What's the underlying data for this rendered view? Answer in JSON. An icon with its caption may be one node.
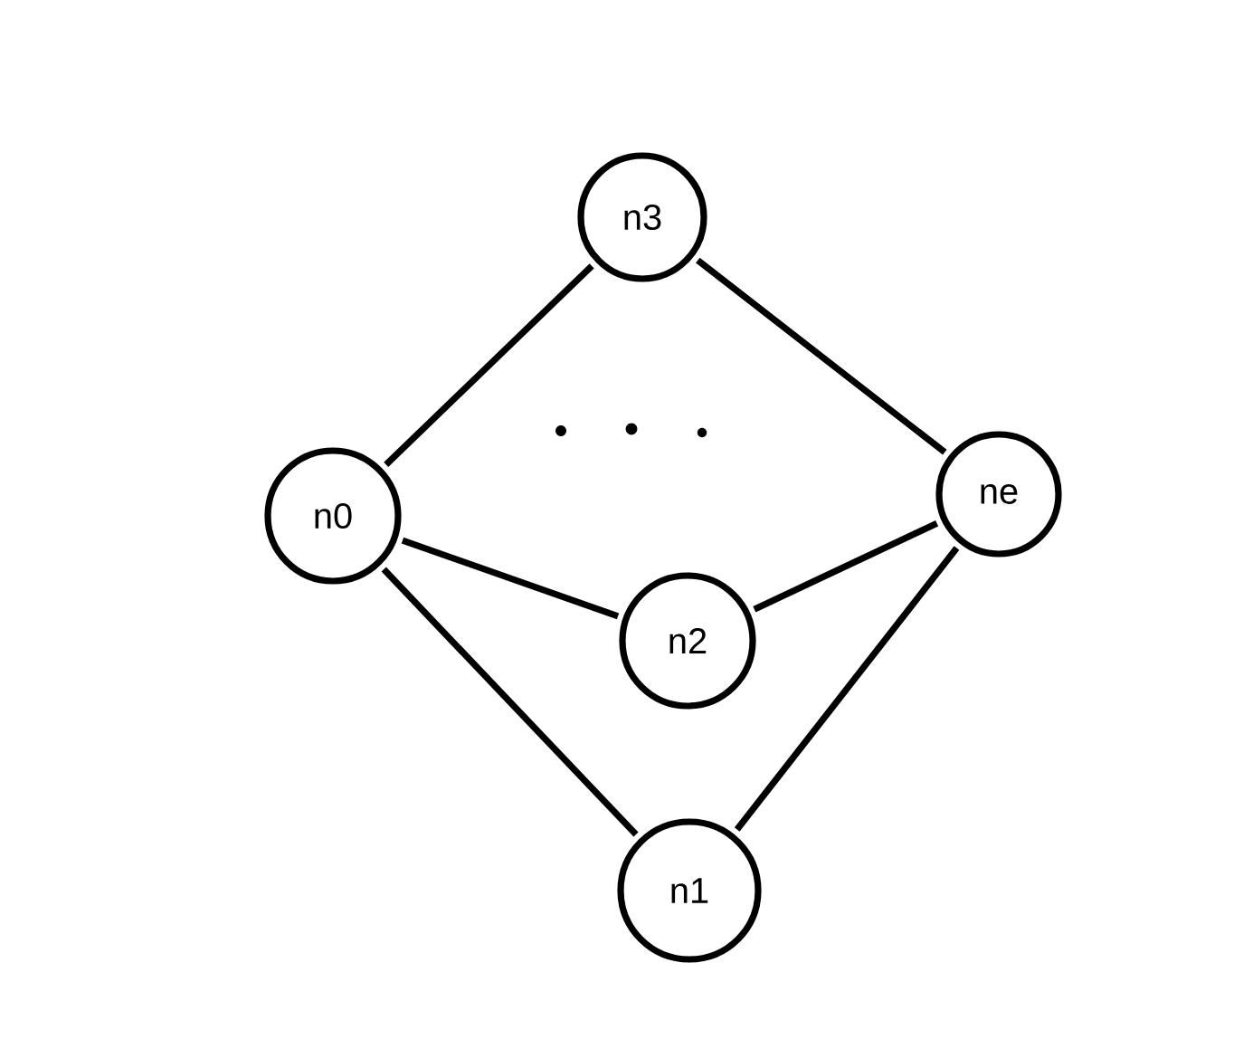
{
  "diagram": {
    "nodes": [
      {
        "text": [
          "n0"
        ]
      },
      {
        "text": [
          "n1"
        ]
      },
      {
        "text": [
          "n2"
        ]
      },
      {
        "text": [
          "n3"
        ]
      },
      {
        "text": [
          "ne"
        ]
      }
    ],
    "edges": [
      {
        "from": 0,
        "to": 3,
        "arrow": "none"
      },
      {
        "from": 3,
        "to": 4,
        "arrow": "none"
      },
      {
        "from": 0,
        "to": 2,
        "arrow": "none"
      },
      {
        "from": 2,
        "to": 4,
        "arrow": "none"
      },
      {
        "from": 0,
        "to": 1,
        "arrow": "none"
      },
      {
        "from": 1,
        "to": 4,
        "arrow": "none"
      }
    ]
  }
}
